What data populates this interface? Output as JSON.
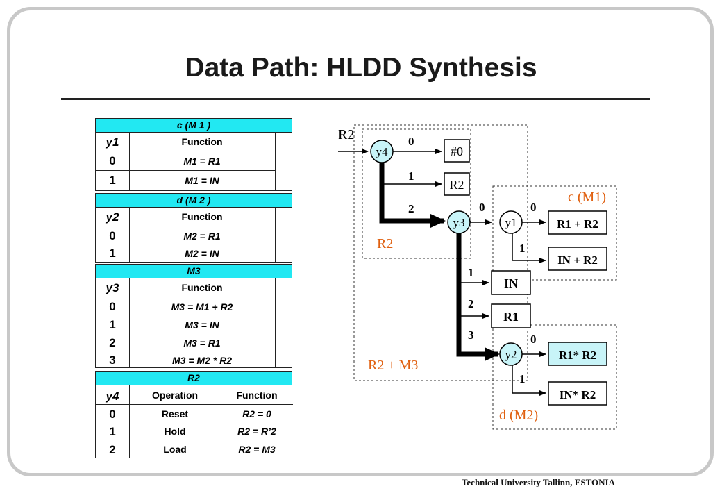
{
  "slide": {
    "title": "Data Path: HLDD Synthesis",
    "footer": "Technical University Tallinn, ESTONIA"
  },
  "tables": {
    "c": {
      "header": "c (M 1 )",
      "col_sel": "y1",
      "col_fn": "Function",
      "rows": [
        {
          "sel": "0",
          "fn": "M1 = R1"
        },
        {
          "sel": "1",
          "fn": "M1 = IN"
        }
      ]
    },
    "d": {
      "header": "d (M 2 )",
      "col_sel": "y2",
      "col_fn": "Function",
      "rows": [
        {
          "sel": "0",
          "fn": "M2 = R1"
        },
        {
          "sel": "1",
          "fn": "M2 = IN"
        }
      ]
    },
    "m3": {
      "header": "M3",
      "col_sel": "y3",
      "col_fn": "Function",
      "rows": [
        {
          "sel": "0",
          "fn": "M3 = M1 + R2"
        },
        {
          "sel": "1",
          "fn": "M3 = IN"
        },
        {
          "sel": "2",
          "fn": "M3 = R1"
        },
        {
          "sel": "3",
          "fn": "M3 = M2 * R2"
        }
      ]
    },
    "r2": {
      "header": "R2",
      "col_sel": "y4",
      "col_op": "Operation",
      "col_fn": "Function",
      "rows": [
        {
          "sel": "0",
          "op": "Reset",
          "fn": "R2 = 0"
        },
        {
          "sel": "1",
          "op": "Hold",
          "fn": "R2 = R’2"
        },
        {
          "sel": "2",
          "op": "Load",
          "fn": "R2 = M3"
        }
      ]
    }
  },
  "diagram": {
    "input_r2": "R2",
    "nodes": {
      "y4": "y4",
      "y3": "y3",
      "y1": "y1",
      "y2": "y2"
    },
    "terminals": {
      "zero": "#0",
      "r2": "R2",
      "r1_plus_r2": "R1 + R2",
      "in_plus_r2": "IN + R2",
      "in": "IN",
      "r1": "R1",
      "r1_times_r2": "R1* R2",
      "in_times_r2": "IN* R2"
    },
    "edge_labels": {
      "y4_0": "0",
      "y4_1": "1",
      "y4_2": "2",
      "y3_0": "0",
      "y3_1": "1",
      "y3_2": "2",
      "y3_3": "3",
      "y1_0": "0",
      "y1_1": "1",
      "y2_0": "0",
      "y2_1": "1"
    },
    "group_labels": {
      "r2": "R2",
      "r2_m3": "R2 + M3",
      "c_m1": "c (M1)",
      "d_m2": "d (M2)"
    },
    "colors": {
      "label_orange": "#e06010",
      "highlight_fill": "#c8f4f8"
    }
  }
}
